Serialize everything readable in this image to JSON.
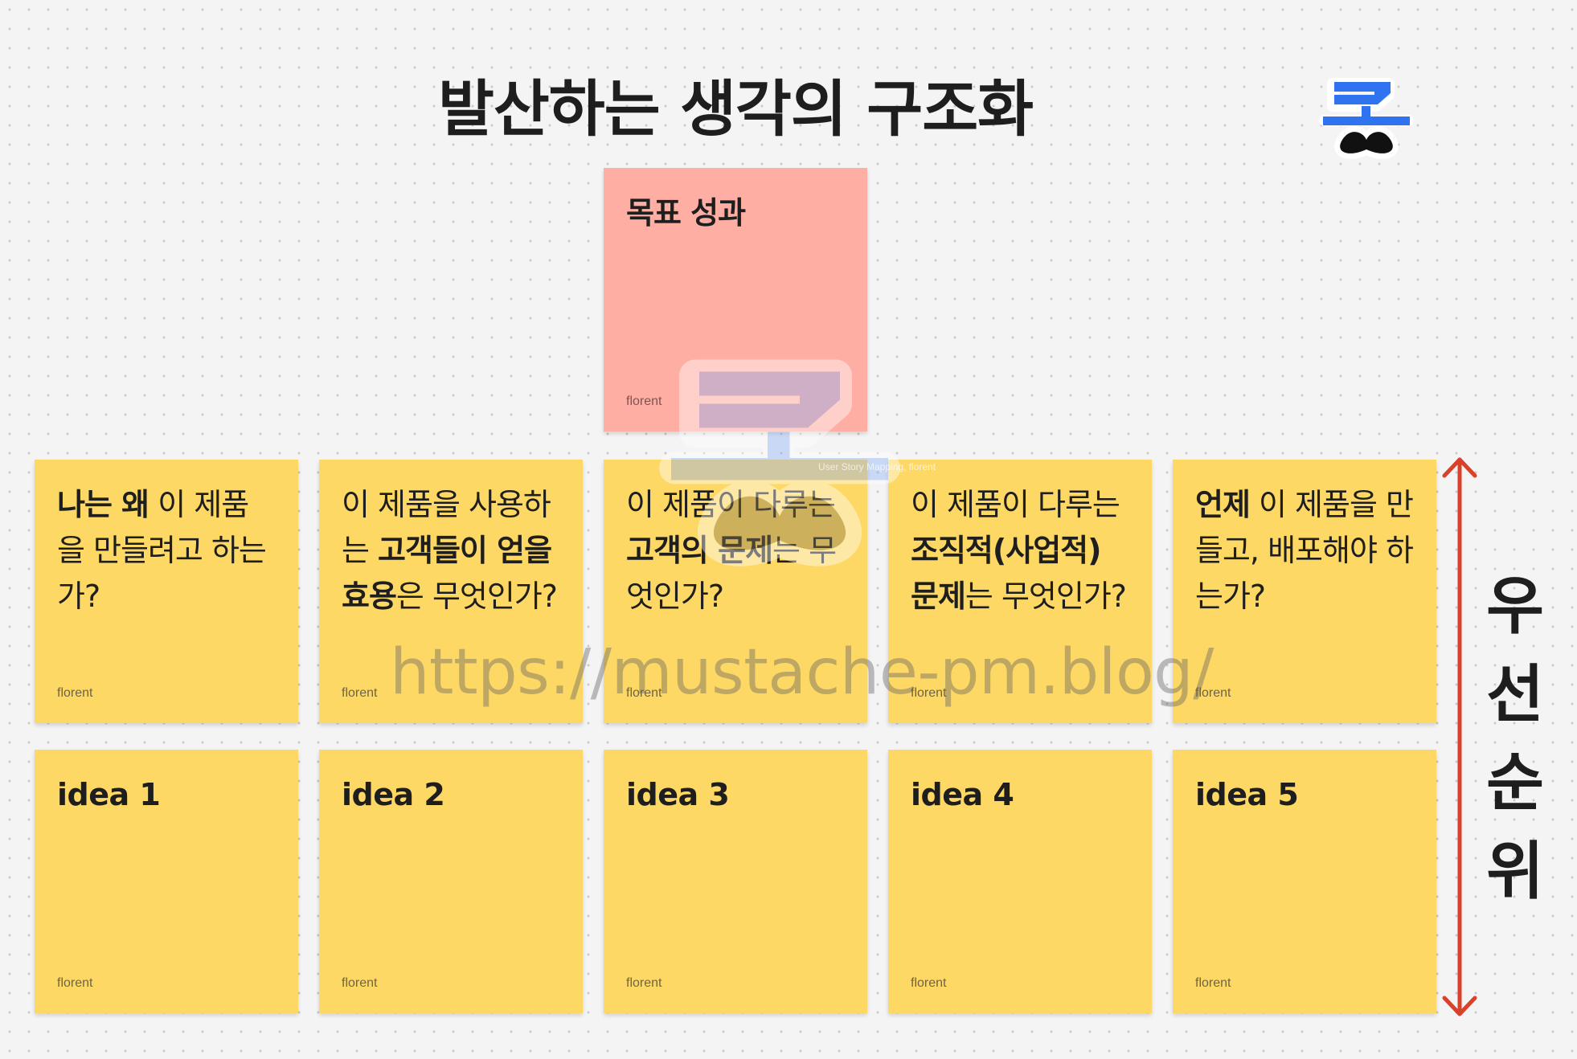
{
  "board": {
    "title": "발산하는 생각의 구조화",
    "priority_label": [
      "우",
      "선",
      "순",
      "위"
    ],
    "arrow_color": "#d9412a",
    "watermark_url": "https://mustache-pm.blog/",
    "faint_note": "User Story Mapping, florent"
  },
  "colors": {
    "sticky_yellow": "#fdd865",
    "sticky_pink": "#ffaea3",
    "logo_blue": "#2f73f0"
  },
  "goal_sticky": {
    "text": "목표 성과",
    "author": "florent"
  },
  "question_stickies": [
    {
      "parts": [
        {
          "t": "나는 왜",
          "b": true
        },
        {
          "t": " 이 제품을 만들려고 하는가?",
          "b": false
        }
      ],
      "author": "florent"
    },
    {
      "parts": [
        {
          "t": "이 제품을 사용하는 ",
          "b": false
        },
        {
          "t": "고객들이 얻을 효용",
          "b": true
        },
        {
          "t": "은 무엇인가?",
          "b": false
        }
      ],
      "author": "florent"
    },
    {
      "parts": [
        {
          "t": "이 제품이 다루는 ",
          "b": false
        },
        {
          "t": "고객의 문제",
          "b": true
        },
        {
          "t": "는 무엇인가?",
          "b": false
        }
      ],
      "author": "florent"
    },
    {
      "parts": [
        {
          "t": "이 제품이 다루는 ",
          "b": false
        },
        {
          "t": "조직적(사업적) 문제",
          "b": true
        },
        {
          "t": "는 무엇인가?",
          "b": false
        }
      ],
      "author": "florent"
    },
    {
      "parts": [
        {
          "t": "언제",
          "b": true
        },
        {
          "t": " 이 제품을 만들고, 배포해야 하는가?",
          "b": false
        }
      ],
      "author": "florent"
    }
  ],
  "idea_stickies": [
    {
      "text": "idea 1",
      "author": "florent"
    },
    {
      "text": "idea 2",
      "author": "florent"
    },
    {
      "text": "idea 3",
      "author": "florent"
    },
    {
      "text": "idea 4",
      "author": "florent"
    },
    {
      "text": "idea 5",
      "author": "florent"
    }
  ],
  "icons": {
    "logo": "mustache-blog-logo",
    "watermark": "mustache-blog-logo-watermark",
    "arrow": "double-headed-vertical-arrow"
  }
}
